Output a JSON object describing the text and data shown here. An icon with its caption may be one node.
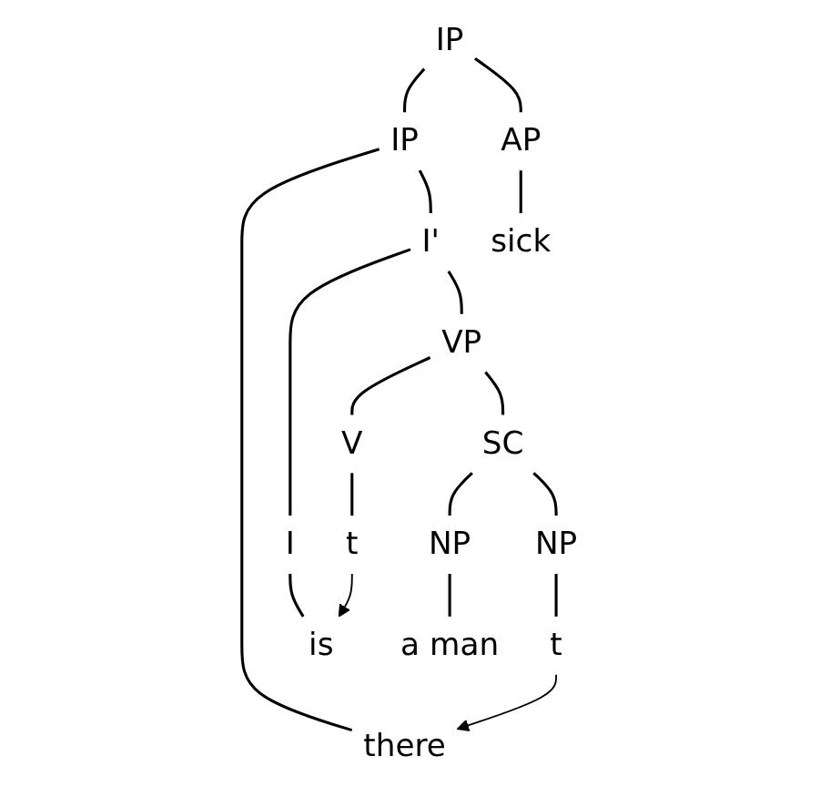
{
  "diagram": {
    "nodes": [
      {
        "text": [
          "IP"
        ]
      },
      {
        "text": [
          "IP"
        ]
      },
      {
        "text": [
          "AP"
        ]
      },
      {
        "text": [
          "there"
        ]
      },
      {
        "text": [
          "I'"
        ]
      },
      {
        "text": [
          "sick"
        ]
      },
      {
        "text": [
          "I"
        ]
      },
      {
        "text": [
          "VP"
        ]
      },
      {
        "text": [
          "is"
        ]
      },
      {
        "text": [
          "V"
        ]
      },
      {
        "text": [
          "SC"
        ]
      },
      {
        "text": [
          "t"
        ]
      },
      {
        "text": [
          "NP"
        ]
      },
      {
        "text": [
          "NP"
        ]
      },
      {
        "text": [
          "a man"
        ]
      },
      {
        "text": [
          "t"
        ]
      }
    ],
    "edges": [
      {
        "from": 0,
        "to": 1,
        "arrow": "none"
      },
      {
        "from": 0,
        "to": 2,
        "arrow": "none"
      },
      {
        "from": 1,
        "to": 3,
        "arrow": "none"
      },
      {
        "from": 1,
        "to": 4,
        "arrow": "none"
      },
      {
        "from": 2,
        "to": 5,
        "arrow": "none"
      },
      {
        "from": 4,
        "to": 6,
        "arrow": "none"
      },
      {
        "from": 4,
        "to": 7,
        "arrow": "none"
      },
      {
        "from": 6,
        "to": 8,
        "arrow": "none"
      },
      {
        "from": 7,
        "to": 9,
        "arrow": "none"
      },
      {
        "from": 7,
        "to": 10,
        "arrow": "none"
      },
      {
        "from": 9,
        "to": 11,
        "arrow": "none"
      },
      {
        "from": 10,
        "to": 12,
        "arrow": "none"
      },
      {
        "from": 10,
        "to": 13,
        "arrow": "none"
      },
      {
        "from": 12,
        "to": 14,
        "arrow": "none"
      },
      {
        "from": 13,
        "to": 15,
        "arrow": "none"
      },
      {
        "from": 11,
        "to": 8,
        "arrow": "to"
      },
      {
        "from": 15,
        "to": 3,
        "arrow": "to"
      }
    ]
  }
}
